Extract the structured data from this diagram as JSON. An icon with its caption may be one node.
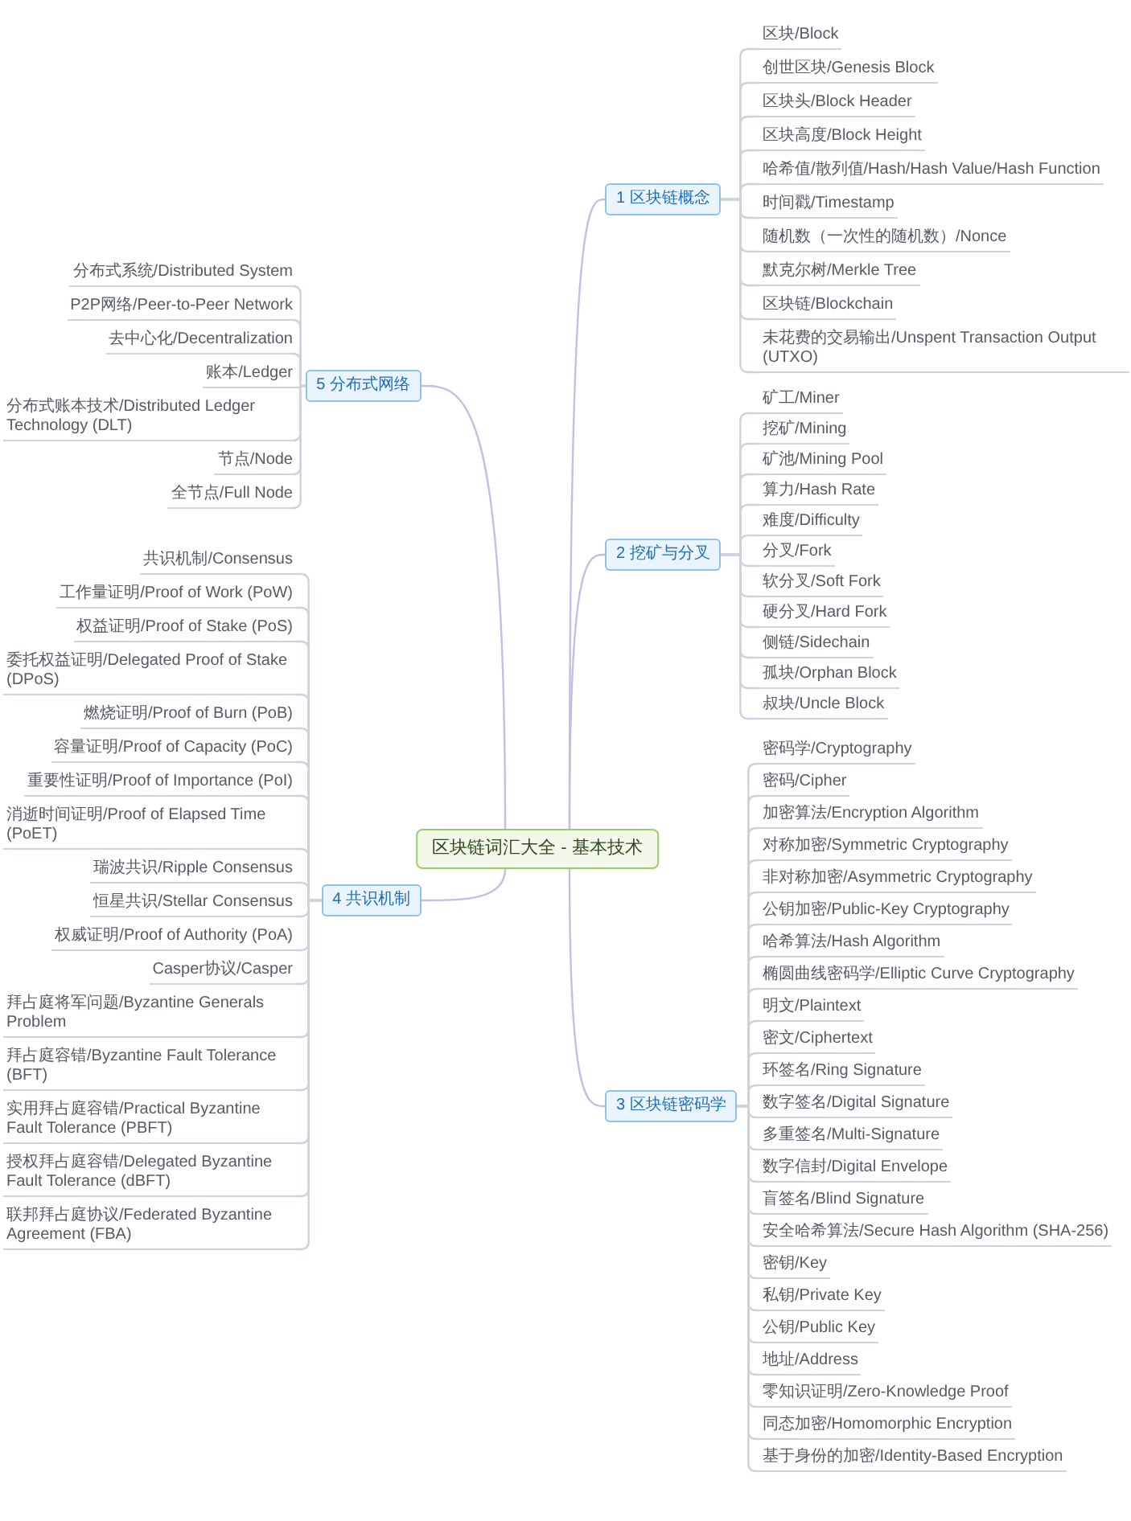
{
  "diagram": {
    "nodes": [
      {
        "text": [
          "区块链词汇大全 - 基本技术"
        ]
      },
      {
        "text": [
          "1 区块链概念"
        ]
      },
      {
        "text": [
          "区块/Block"
        ]
      },
      {
        "text": [
          "创世区块/Genesis Block"
        ]
      },
      {
        "text": [
          "区块头/Block Header"
        ]
      },
      {
        "text": [
          "区块高度/Block Height"
        ]
      },
      {
        "text": [
          "哈希值/散列值/Hash/Hash Value/Hash Function"
        ]
      },
      {
        "text": [
          "时间戳/Timestamp"
        ]
      },
      {
        "text": [
          "随机数（一次性的随机数）/Nonce"
        ]
      },
      {
        "text": [
          "默克尔树/Merkle Tree"
        ]
      },
      {
        "text": [
          "区块链/Blockchain"
        ]
      },
      {
        "text": [
          "未花费的交易输出/Unspent Transaction Output (UTXO)"
        ]
      },
      {
        "text": [
          "2 挖矿与分叉"
        ]
      },
      {
        "text": [
          "矿工/Miner"
        ]
      },
      {
        "text": [
          "挖矿/Mining"
        ]
      },
      {
        "text": [
          "矿池/Mining Pool"
        ]
      },
      {
        "text": [
          "算力/Hash Rate"
        ]
      },
      {
        "text": [
          "难度/Difficulty"
        ]
      },
      {
        "text": [
          "分叉/Fork"
        ]
      },
      {
        "text": [
          "软分叉/Soft Fork"
        ]
      },
      {
        "text": [
          "硬分叉/Hard Fork"
        ]
      },
      {
        "text": [
          "侧链/Sidechain"
        ]
      },
      {
        "text": [
          "孤块/Orphan Block"
        ]
      },
      {
        "text": [
          "叔块/Uncle Block"
        ]
      },
      {
        "text": [
          "3 区块链密码学"
        ]
      },
      {
        "text": [
          "密码学/Cryptography"
        ]
      },
      {
        "text": [
          "密码/Cipher"
        ]
      },
      {
        "text": [
          "加密算法/Encryption Algorithm"
        ]
      },
      {
        "text": [
          "对称加密/Symmetric Cryptography"
        ]
      },
      {
        "text": [
          "非对称加密/Asymmetric Cryptography"
        ]
      },
      {
        "text": [
          "公钥加密/Public-Key Cryptography"
        ]
      },
      {
        "text": [
          "哈希算法/Hash Algorithm"
        ]
      },
      {
        "text": [
          "椭圆曲线密码学/Elliptic Curve Cryptography"
        ]
      },
      {
        "text": [
          "明文/Plaintext"
        ]
      },
      {
        "text": [
          "密文/Ciphertext"
        ]
      },
      {
        "text": [
          "环签名/Ring Signature"
        ]
      },
      {
        "text": [
          "数字签名/Digital Signature"
        ]
      },
      {
        "text": [
          "多重签名/Multi-Signature"
        ]
      },
      {
        "text": [
          "数字信封/Digital Envelope"
        ]
      },
      {
        "text": [
          "盲签名/Blind Signature"
        ]
      },
      {
        "text": [
          "安全哈希算法/Secure Hash Algorithm (SHA-256)"
        ]
      },
      {
        "text": [
          "密钥/Key"
        ]
      },
      {
        "text": [
          "私钥/Private Key"
        ]
      },
      {
        "text": [
          "公钥/Public Key"
        ]
      },
      {
        "text": [
          "地址/Address"
        ]
      },
      {
        "text": [
          "零知识证明/Zero-Knowledge Proof"
        ]
      },
      {
        "text": [
          "同态加密/Homomorphic Encryption"
        ]
      },
      {
        "text": [
          "基于身份的加密/Identity-Based Encryption"
        ]
      },
      {
        "text": [
          "4 共识机制"
        ]
      },
      {
        "text": [
          "共识机制/Consensus"
        ]
      },
      {
        "text": [
          "工作量证明/Proof of Work (PoW)"
        ]
      },
      {
        "text": [
          "权益证明/Proof of Stake (PoS)"
        ]
      },
      {
        "text": [
          "委托权益证明/Delegated Proof of Stake (DPoS)"
        ]
      },
      {
        "text": [
          "燃烧证明/Proof of Burn (PoB)"
        ]
      },
      {
        "text": [
          "容量证明/Proof of Capacity (PoC)"
        ]
      },
      {
        "text": [
          "重要性证明/Proof of Importance (PoI)"
        ]
      },
      {
        "text": [
          "消逝时间证明/Proof of Elapsed Time (PoET)"
        ]
      },
      {
        "text": [
          "瑞波共识/Ripple Consensus"
        ]
      },
      {
        "text": [
          "恒星共识/Stellar Consensus"
        ]
      },
      {
        "text": [
          "权威证明/Proof of Authority (PoA)"
        ]
      },
      {
        "text": [
          "Casper协议/Casper"
        ]
      },
      {
        "text": [
          "拜占庭将军问题/Byzantine Generals Problem"
        ]
      },
      {
        "text": [
          "拜占庭容错/Byzantine Fault Tolerance (BFT)"
        ]
      },
      {
        "text": [
          "实用拜占庭容错/Practical Byzantine Fault Tolerance (PBFT)"
        ]
      },
      {
        "text": [
          "授权拜占庭容错/Delegated Byzantine Fault Tolerance (dBFT)"
        ]
      },
      {
        "text": [
          "联邦拜占庭协议/Federated Byzantine Agreement (FBA)"
        ]
      },
      {
        "text": [
          "5 分布式网络"
        ]
      },
      {
        "text": [
          "分布式系统/Distributed System"
        ]
      },
      {
        "text": [
          "P2P网络/Peer-to-Peer Network"
        ]
      },
      {
        "text": [
          "去中心化/Decentralization"
        ]
      },
      {
        "text": [
          "账本/Ledger"
        ]
      },
      {
        "text": [
          "分布式账本技术/Distributed Ledger Technology (DLT)"
        ]
      },
      {
        "text": [
          "节点/Node"
        ]
      },
      {
        "text": [
          "全节点/Full Node"
        ]
      }
    ],
    "edges": [
      {
        "from": 0,
        "to": 1,
        "arrow": "none"
      },
      {
        "from": 1,
        "to": 2,
        "arrow": "none"
      },
      {
        "from": 1,
        "to": 3,
        "arrow": "none"
      },
      {
        "from": 1,
        "to": 4,
        "arrow": "none"
      },
      {
        "from": 1,
        "to": 5,
        "arrow": "none"
      },
      {
        "from": 1,
        "to": 6,
        "arrow": "none"
      },
      {
        "from": 1,
        "to": 7,
        "arrow": "none"
      },
      {
        "from": 1,
        "to": 8,
        "arrow": "none"
      },
      {
        "from": 1,
        "to": 9,
        "arrow": "none"
      },
      {
        "from": 1,
        "to": 10,
        "arrow": "none"
      },
      {
        "from": 1,
        "to": 11,
        "arrow": "none"
      },
      {
        "from": 0,
        "to": 12,
        "arrow": "none"
      },
      {
        "from": 12,
        "to": 13,
        "arrow": "none"
      },
      {
        "from": 12,
        "to": 14,
        "arrow": "none"
      },
      {
        "from": 12,
        "to": 15,
        "arrow": "none"
      },
      {
        "from": 12,
        "to": 16,
        "arrow": "none"
      },
      {
        "from": 12,
        "to": 17,
        "arrow": "none"
      },
      {
        "from": 12,
        "to": 18,
        "arrow": "none"
      },
      {
        "from": 12,
        "to": 19,
        "arrow": "none"
      },
      {
        "from": 12,
        "to": 20,
        "arrow": "none"
      },
      {
        "from": 12,
        "to": 21,
        "arrow": "none"
      },
      {
        "from": 12,
        "to": 22,
        "arrow": "none"
      },
      {
        "from": 12,
        "to": 23,
        "arrow": "none"
      },
      {
        "from": 0,
        "to": 24,
        "arrow": "none"
      },
      {
        "from": 24,
        "to": 25,
        "arrow": "none"
      },
      {
        "from": 24,
        "to": 26,
        "arrow": "none"
      },
      {
        "from": 24,
        "to": 27,
        "arrow": "none"
      },
      {
        "from": 24,
        "to": 28,
        "arrow": "none"
      },
      {
        "from": 24,
        "to": 29,
        "arrow": "none"
      },
      {
        "from": 24,
        "to": 30,
        "arrow": "none"
      },
      {
        "from": 24,
        "to": 31,
        "arrow": "none"
      },
      {
        "from": 24,
        "to": 32,
        "arrow": "none"
      },
      {
        "from": 24,
        "to": 33,
        "arrow": "none"
      },
      {
        "from": 24,
        "to": 34,
        "arrow": "none"
      },
      {
        "from": 24,
        "to": 35,
        "arrow": "none"
      },
      {
        "from": 24,
        "to": 36,
        "arrow": "none"
      },
      {
        "from": 24,
        "to": 37,
        "arrow": "none"
      },
      {
        "from": 24,
        "to": 38,
        "arrow": "none"
      },
      {
        "from": 24,
        "to": 39,
        "arrow": "none"
      },
      {
        "from": 24,
        "to": 40,
        "arrow": "none"
      },
      {
        "from": 24,
        "to": 41,
        "arrow": "none"
      },
      {
        "from": 24,
        "to": 42,
        "arrow": "none"
      },
      {
        "from": 24,
        "to": 43,
        "arrow": "none"
      },
      {
        "from": 24,
        "to": 44,
        "arrow": "none"
      },
      {
        "from": 24,
        "to": 45,
        "arrow": "none"
      },
      {
        "from": 24,
        "to": 46,
        "arrow": "none"
      },
      {
        "from": 24,
        "to": 47,
        "arrow": "none"
      },
      {
        "from": 0,
        "to": 48,
        "arrow": "none"
      },
      {
        "from": 48,
        "to": 49,
        "arrow": "none"
      },
      {
        "from": 48,
        "to": 50,
        "arrow": "none"
      },
      {
        "from": 48,
        "to": 51,
        "arrow": "none"
      },
      {
        "from": 48,
        "to": 52,
        "arrow": "none"
      },
      {
        "from": 48,
        "to": 53,
        "arrow": "none"
      },
      {
        "from": 48,
        "to": 54,
        "arrow": "none"
      },
      {
        "from": 48,
        "to": 55,
        "arrow": "none"
      },
      {
        "from": 48,
        "to": 56,
        "arrow": "none"
      },
      {
        "from": 48,
        "to": 57,
        "arrow": "none"
      },
      {
        "from": 48,
        "to": 58,
        "arrow": "none"
      },
      {
        "from": 48,
        "to": 59,
        "arrow": "none"
      },
      {
        "from": 48,
        "to": 60,
        "arrow": "none"
      },
      {
        "from": 48,
        "to": 61,
        "arrow": "none"
      },
      {
        "from": 48,
        "to": 62,
        "arrow": "none"
      },
      {
        "from": 48,
        "to": 63,
        "arrow": "none"
      },
      {
        "from": 48,
        "to": 64,
        "arrow": "none"
      },
      {
        "from": 48,
        "to": 65,
        "arrow": "none"
      },
      {
        "from": 0,
        "to": 66,
        "arrow": "none"
      },
      {
        "from": 66,
        "to": 67,
        "arrow": "none"
      },
      {
        "from": 66,
        "to": 68,
        "arrow": "none"
      },
      {
        "from": 66,
        "to": 69,
        "arrow": "none"
      },
      {
        "from": 66,
        "to": 70,
        "arrow": "none"
      },
      {
        "from": 66,
        "to": 71,
        "arrow": "none"
      },
      {
        "from": 66,
        "to": 72,
        "arrow": "none"
      },
      {
        "from": 66,
        "to": 73,
        "arrow": "none"
      }
    ]
  }
}
